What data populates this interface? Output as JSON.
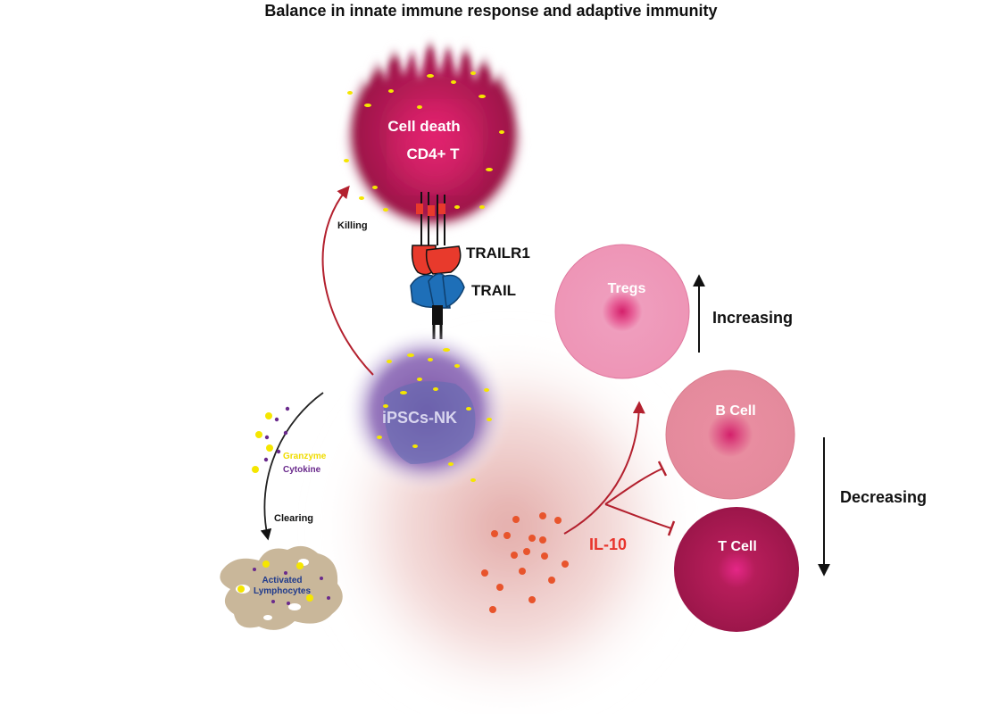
{
  "title": "Balance in innate immune response and adaptive immunity",
  "cells": {
    "cd4": {
      "line1": "Cell death",
      "line2": "CD4+ T"
    },
    "nk": "iPSCs-NK",
    "tregs": "Tregs",
    "bcell": "B Cell",
    "tcell": "T Cell",
    "lymphocytes": {
      "line1": "Activated",
      "line2": "Lymphocytes"
    }
  },
  "receptors": {
    "trailr1": "TRAILR1",
    "trail": "TRAIL"
  },
  "labels": {
    "killing": "Killing",
    "clearing": "Clearing",
    "granzyme": "Granzyme",
    "cytokine": "Cytokine",
    "il10": "IL-10",
    "increasing": "Increasing",
    "decreasing": "Decreasing"
  },
  "colors": {
    "cd4": "#a0174f",
    "nk": "#8e6cb0",
    "tregs": "#ec9cb8",
    "bcell": "#e48a9e",
    "tcell": "#a4194f",
    "trailr1": "#e83a2c",
    "trail": "#1e6fb8",
    "il10": "#e8542c",
    "granzyme": "#f5e600",
    "cytokine": "#6a2a8c",
    "lymphocytes": "#c9b79a",
    "arrow_red": "#b3202e"
  }
}
